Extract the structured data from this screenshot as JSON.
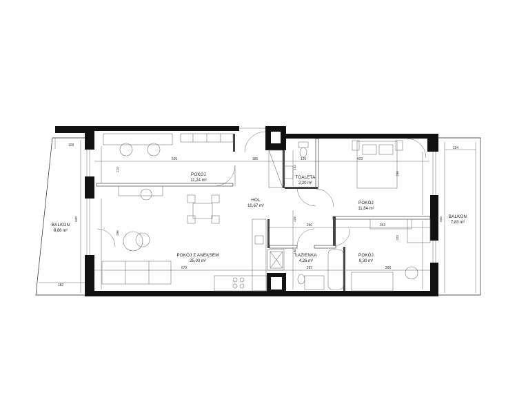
{
  "rooms": [
    {
      "name": "POKÓJ",
      "area": "11,24 m²"
    },
    {
      "name": "HOL",
      "area": "10,67 m²"
    },
    {
      "name": "TOALETA",
      "area": "2,20 m²"
    },
    {
      "name": "POKÓJ",
      "area": "11,84 m²"
    },
    {
      "name": "POKÓJ Z ANEKSEM",
      "area": "25,03 m²"
    },
    {
      "name": "ŁAZIENKA",
      "area": "4,26 m²"
    },
    {
      "name": "POKÓJ",
      "area": "9,30 m²"
    },
    {
      "name": "BALKON",
      "area": "8,86 m²"
    },
    {
      "name": "BALKON",
      "area": "7,83 m²"
    }
  ],
  "dimensions": {
    "h": [
      "535",
      "185",
      "120",
      "423",
      "240",
      "363",
      "670",
      "297",
      "306",
      "108",
      "134",
      "182"
    ],
    "v": [
      "210",
      "152",
      "296",
      "396",
      "226",
      "160",
      "203",
      "600",
      "600"
    ]
  }
}
